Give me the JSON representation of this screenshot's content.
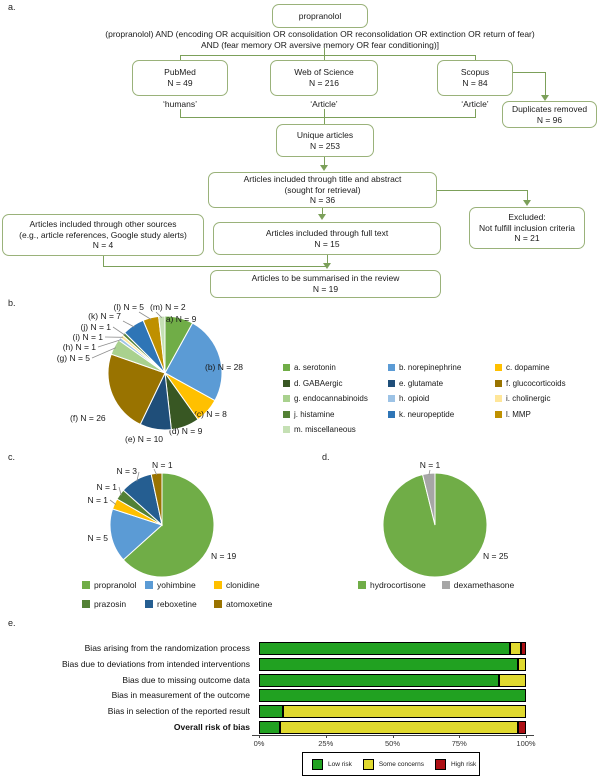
{
  "panel_labels": {
    "a": "a.",
    "b": "b.",
    "c": "c.",
    "d": "d.",
    "e": "e."
  },
  "flowchart": {
    "search_box": "propranolol",
    "query": "(propranolol) AND (encoding OR acquisition OR consolidation OR reconsolidation OR extinction OR return of fear) AND (fear memory OR aversive memory OR fear conditioning)]",
    "databases": [
      {
        "name": "PubMed",
        "n": "N = 49",
        "filter": "‘humans’"
      },
      {
        "name": "Web of Science",
        "n": "N = 216",
        "filter": "‘Article’"
      },
      {
        "name": "Scopus",
        "n": "N = 84",
        "filter": "‘Article’"
      }
    ],
    "duplicates_removed": [
      "Duplicates removed",
      "N = 96"
    ],
    "unique_articles": [
      "Unique articles",
      "N = 253"
    ],
    "title_abstract": [
      "Articles included through title and abstract",
      "(sought for retrieval)",
      "N = 36"
    ],
    "excluded": [
      "Excluded:",
      "Not fulfill inclusion criteria",
      "N = 21"
    ],
    "other_sources": [
      "Articles included through other sources",
      "(e.g., article references, Google study alerts)",
      "N = 4"
    ],
    "full_text": [
      "Articles included through full text",
      "N = 15"
    ],
    "summarised": [
      "Articles to be summarised in the review",
      "N = 19"
    ]
  },
  "chart_data": [
    {
      "id": "pie_b",
      "type": "pie",
      "slices": [
        {
          "key": "a",
          "label": "serotonin",
          "n": 9,
          "color": "#70AD47"
        },
        {
          "key": "b",
          "label": "norepinephrine",
          "n": 28,
          "color": "#5B9BD5"
        },
        {
          "key": "c",
          "label": "dopamine",
          "n": 8,
          "color": "#FFC000"
        },
        {
          "key": "d",
          "label": "GABAergic",
          "n": 9,
          "color": "#385723"
        },
        {
          "key": "e",
          "label": "glutamate",
          "n": 10,
          "color": "#1F4E79"
        },
        {
          "key": "f",
          "label": "glucocorticoids",
          "n": 26,
          "color": "#997300"
        },
        {
          "key": "g",
          "label": "endocannabinoids",
          "n": 5,
          "color": "#A9D18E"
        },
        {
          "key": "h",
          "label": "opioid",
          "n": 1,
          "color": "#9DC3E6"
        },
        {
          "key": "i",
          "label": "cholinergic",
          "n": 1,
          "color": "#FFE699"
        },
        {
          "key": "j",
          "label": "histamine",
          "n": 1,
          "color": "#538135"
        },
        {
          "key": "k",
          "label": "neuropeptide",
          "n": 7,
          "color": "#2E75B6"
        },
        {
          "key": "l",
          "label": "MMP",
          "n": 5,
          "color": "#BF9000"
        },
        {
          "key": "m",
          "label": "miscellaneous",
          "n": 2,
          "color": "#C5E0B4"
        }
      ],
      "legend_columns": [
        [
          "a",
          "d",
          "g",
          "j",
          "m"
        ],
        [
          "b",
          "e",
          "h",
          "k"
        ],
        [
          "c",
          "f",
          "i",
          "l"
        ]
      ]
    },
    {
      "id": "pie_c",
      "type": "pie",
      "slices": [
        {
          "label": "propranolol",
          "n": 19,
          "color": "#70AD47"
        },
        {
          "label": "yohimbine",
          "n": 5,
          "color": "#5B9BD5"
        },
        {
          "label": "clonidine",
          "n": 1,
          "color": "#FFC000"
        },
        {
          "label": "prazosin",
          "n": 1,
          "color": "#538135"
        },
        {
          "label": "reboxetine",
          "n": 3,
          "color": "#255E91"
        },
        {
          "label": "atomoxetine",
          "n": 1,
          "color": "#997300"
        }
      ],
      "legend_rows": [
        [
          "propranolol",
          "yohimbine",
          "clonidine"
        ],
        [
          "prazosin",
          "reboxetine",
          "atomoxetine"
        ]
      ]
    },
    {
      "id": "pie_d",
      "type": "pie",
      "slices": [
        {
          "label": "hydrocortisone",
          "n": 25,
          "color": "#70AD47"
        },
        {
          "label": "dexamethasone",
          "n": 1,
          "color": "#A6A6A6"
        }
      ],
      "legend_rows": [
        [
          "hydrocortisone",
          "dexamethasone"
        ]
      ]
    },
    {
      "id": "bars_e",
      "type": "bar",
      "stacked": true,
      "unit": "percent",
      "categories": [
        "Bias arising from the randomization process",
        "Bias due to deviations from intended interventions",
        "Bias due to missing outcome data",
        "Bias in measurement of the outcome",
        "Bias in selection of the reported result",
        "Overall risk of bias"
      ],
      "series": [
        {
          "name": "Low risk",
          "color": "#21A121",
          "values": [
            94,
            97,
            90,
            100,
            9,
            8
          ]
        },
        {
          "name": "Some concerns",
          "color": "#E0D92F",
          "values": [
            4,
            3,
            10,
            0,
            91,
            89
          ]
        },
        {
          "name": "High risk",
          "color": "#AD1015",
          "values": [
            2,
            0,
            0,
            0,
            0,
            3
          ]
        }
      ],
      "xticks": [
        "0%",
        "25%",
        "50%",
        "75%",
        "100%"
      ],
      "xlim": [
        0,
        100
      ]
    }
  ]
}
